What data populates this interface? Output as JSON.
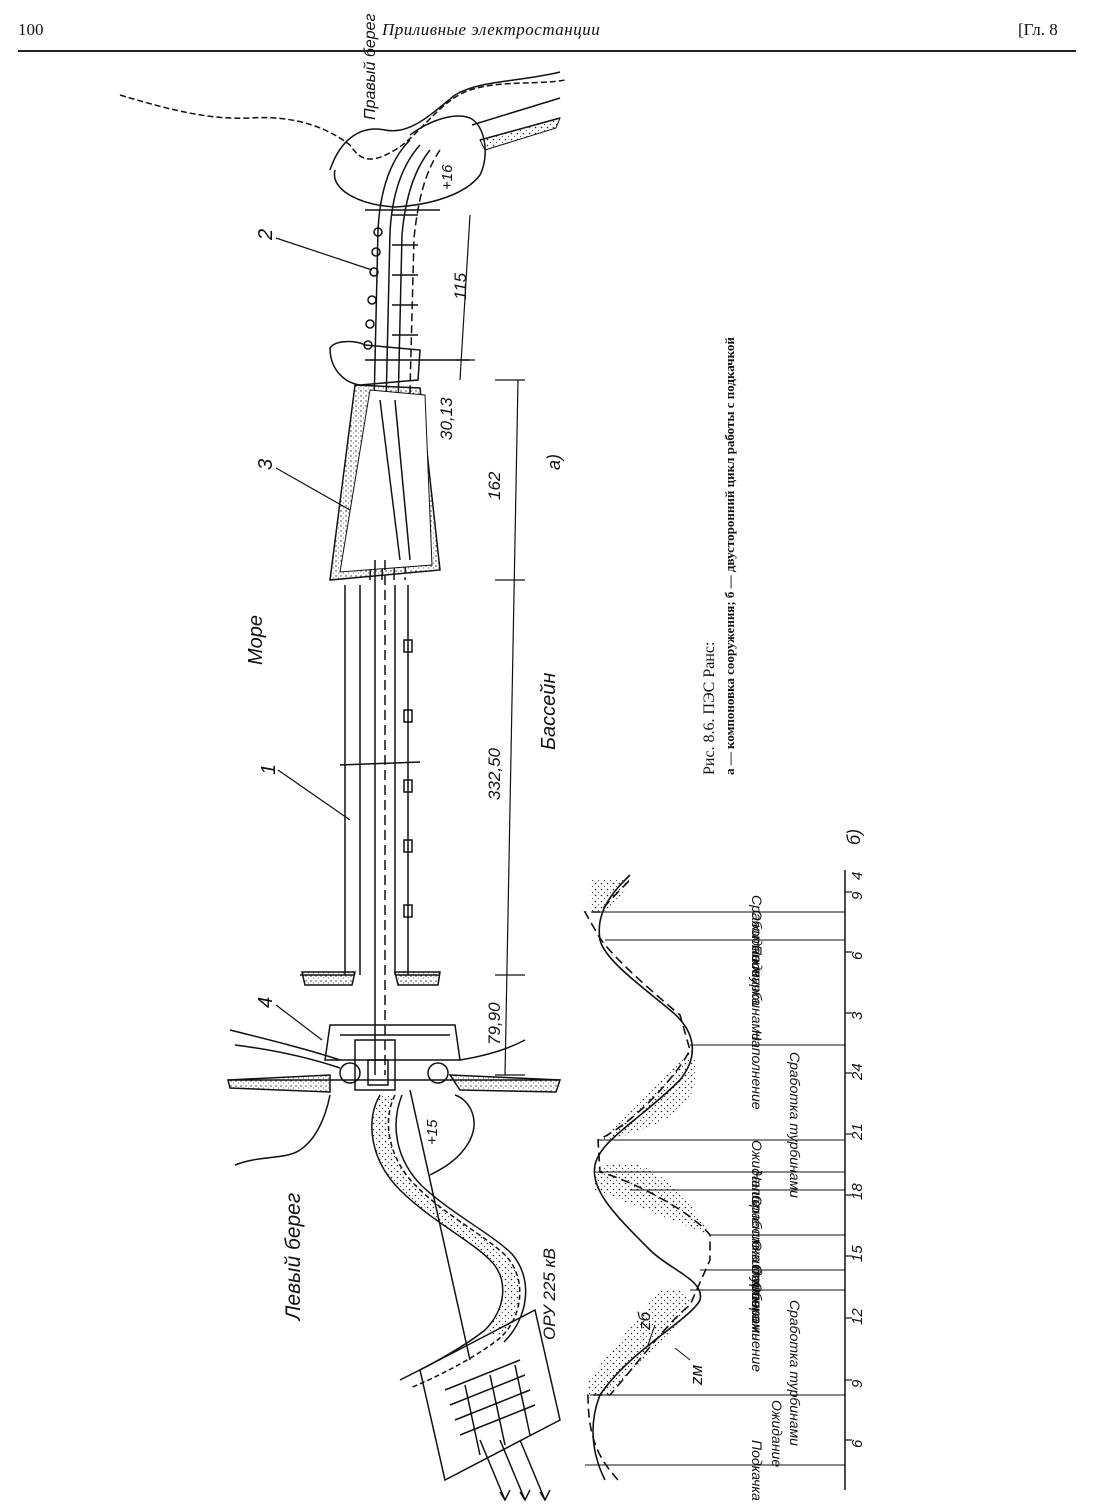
{
  "header": {
    "page_number": "100",
    "title": "Приливные электростанции",
    "chapter": "[Гл. 8"
  },
  "figure": {
    "caption_title": "Рис. 8.6. ПЭС Ранс:",
    "caption_text": "а — компоновка сооружения; б — двусторонний цикл работы с подкачкой",
    "panel_a_label": "а)",
    "panel_b_label": "б)",
    "plan": {
      "sea": "Море",
      "basin": "Бассейн",
      "left_bank": "Левый берег",
      "right_bank": "Правый берег",
      "switchyard": "ОРУ 225 кВ",
      "elev_right": "+16",
      "elev_left": "+15",
      "callouts": [
        "1",
        "2",
        "3",
        "4"
      ],
      "dimensions": [
        "115",
        "30,13",
        "162",
        "332,50",
        "79,90"
      ]
    },
    "cycle": {
      "time_labels": [
        "6",
        "9",
        "12",
        "15",
        "18",
        "21",
        "24",
        "3",
        "6",
        "9",
        "4"
      ],
      "curve_labels": [
        "zб",
        "zм"
      ],
      "modes": [
        "Подкачка",
        "Ожидание",
        "Сработка турбинами",
        "Опорожнение",
        "Откачка",
        "Ожидание",
        "Сработка турбинами",
        "Наполнение",
        "Ожидание",
        "Сработка турбинами",
        "Наполнение",
        "Подкачка",
        "Ожидание",
        "Сработка турбинами"
      ]
    }
  }
}
